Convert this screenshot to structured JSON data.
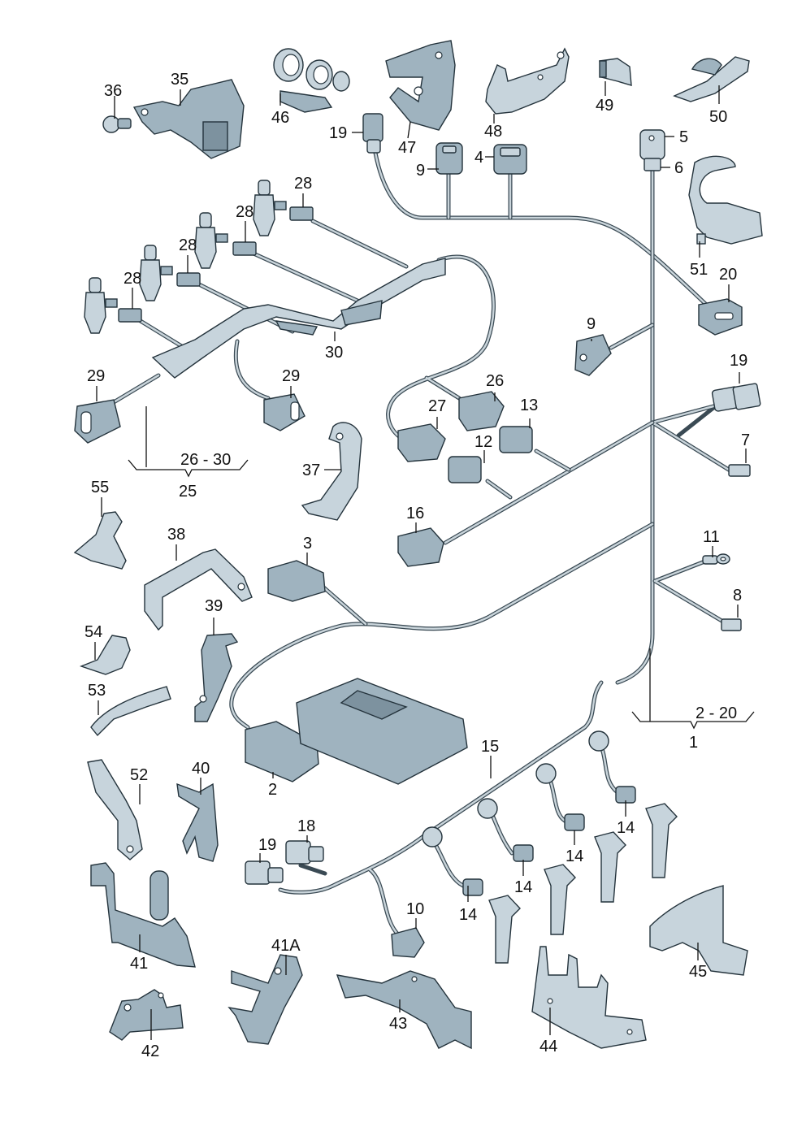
{
  "diagram": {
    "title": "Wiring harness parts illustration",
    "colors": {
      "part": "#9fb3bf",
      "outline": "#24333c",
      "wire": "#3a4a54",
      "label": "#111111"
    },
    "callouts": [
      {
        "id": "c35",
        "text": "35"
      },
      {
        "id": "c36",
        "text": "36"
      },
      {
        "id": "c46",
        "text": "46"
      },
      {
        "id": "c47",
        "text": "47"
      },
      {
        "id": "c48",
        "text": "48"
      },
      {
        "id": "c49",
        "text": "49"
      },
      {
        "id": "c50",
        "text": "50"
      },
      {
        "id": "c19a",
        "text": "19"
      },
      {
        "id": "c9a",
        "text": "9"
      },
      {
        "id": "c4",
        "text": "4"
      },
      {
        "id": "c5",
        "text": "5"
      },
      {
        "id": "c6",
        "text": "6"
      },
      {
        "id": "c51",
        "text": "51"
      },
      {
        "id": "c20",
        "text": "20"
      },
      {
        "id": "c28a",
        "text": "28"
      },
      {
        "id": "c28b",
        "text": "28"
      },
      {
        "id": "c28c",
        "text": "28"
      },
      {
        "id": "c28d",
        "text": "28"
      },
      {
        "id": "c28e",
        "text": "28"
      },
      {
        "id": "c30",
        "text": "30"
      },
      {
        "id": "c29a",
        "text": "29"
      },
      {
        "id": "c29b",
        "text": "29"
      },
      {
        "id": "c9b",
        "text": "9"
      },
      {
        "id": "c19b",
        "text": "19"
      },
      {
        "id": "c7",
        "text": "7"
      },
      {
        "id": "c26",
        "text": "26"
      },
      {
        "id": "c27",
        "text": "27"
      },
      {
        "id": "c13",
        "text": "13"
      },
      {
        "id": "c12",
        "text": "12"
      },
      {
        "id": "c16",
        "text": "16"
      },
      {
        "id": "c26-30",
        "text": "26 - 30"
      },
      {
        "id": "c25",
        "text": "25"
      },
      {
        "id": "c37",
        "text": "37"
      },
      {
        "id": "c55",
        "text": "55"
      },
      {
        "id": "c38",
        "text": "38"
      },
      {
        "id": "c3",
        "text": "3"
      },
      {
        "id": "c11",
        "text": "11"
      },
      {
        "id": "c8",
        "text": "8"
      },
      {
        "id": "c39",
        "text": "39"
      },
      {
        "id": "c54",
        "text": "54"
      },
      {
        "id": "c53",
        "text": "53"
      },
      {
        "id": "c2-20",
        "text": "2 - 20"
      },
      {
        "id": "c1",
        "text": "1"
      },
      {
        "id": "c15",
        "text": "15"
      },
      {
        "id": "c2",
        "text": "2"
      },
      {
        "id": "c40",
        "text": "40"
      },
      {
        "id": "c52",
        "text": "52"
      },
      {
        "id": "c18",
        "text": "18"
      },
      {
        "id": "c19c",
        "text": "19"
      },
      {
        "id": "c14a",
        "text": "14"
      },
      {
        "id": "c14b",
        "text": "14"
      },
      {
        "id": "c14c",
        "text": "14"
      },
      {
        "id": "c14d",
        "text": "14"
      },
      {
        "id": "c10",
        "text": "10"
      },
      {
        "id": "c41A",
        "text": "41A"
      },
      {
        "id": "c41",
        "text": "41"
      },
      {
        "id": "c43",
        "text": "43"
      },
      {
        "id": "c44",
        "text": "44"
      },
      {
        "id": "c45",
        "text": "45"
      },
      {
        "id": "c42",
        "text": "42"
      }
    ]
  }
}
